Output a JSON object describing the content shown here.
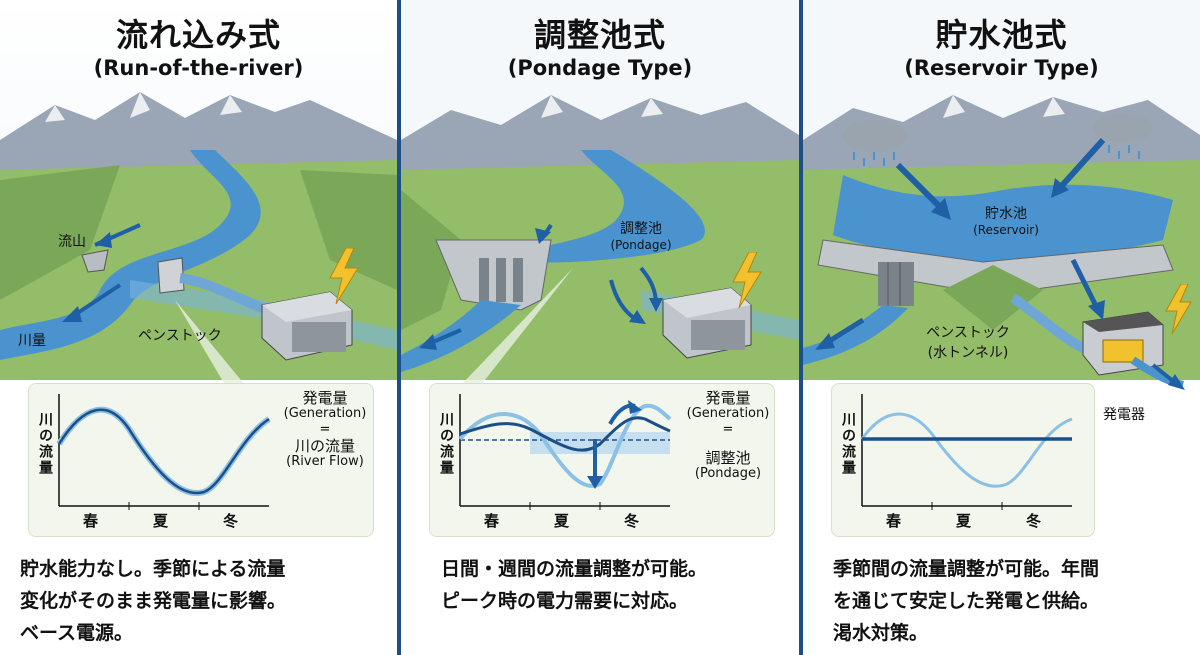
{
  "panels": [
    {
      "title_jp": "流れ込み式",
      "title_en": "(Run-of-the-river)",
      "labels": {
        "intake": "流山",
        "river": "川量",
        "penstock": "ペンストック"
      },
      "graph": {
        "ylabel": "川の流量",
        "seasons": [
          "春",
          "夏",
          "冬"
        ],
        "annotation": {
          "line1": "発電量",
          "line2": "(Generation)",
          "eq": "=",
          "line3": "川の流量",
          "line4": "(River Flow)"
        }
      },
      "description": [
        "貯水能力なし。季節による流量",
        "変化がそのまま発電量に影響。",
        "ベース電源。"
      ]
    },
    {
      "title_jp": "調整池式",
      "title_en": "(Pondage Type)",
      "labels": {
        "pond": "調整池",
        "pond_en": "(Pondage)"
      },
      "graph": {
        "ylabel": "川の流量",
        "seasons": [
          "春",
          "夏",
          "冬"
        ],
        "annotation_top": {
          "line1": "発電量",
          "line2": "(Generation)",
          "eq": "="
        },
        "annotation_bottom": {
          "line1": "調整池",
          "line2": "(Pondage)"
        }
      },
      "description": [
        "日間・週間の流量調整が可能。",
        "ピーク時の電力需要に対応。"
      ]
    },
    {
      "title_jp": "貯水池式",
      "title_en": "(Reservoir Type)",
      "labels": {
        "reservoir": "貯水池",
        "reservoir_en": "(Reservoir)",
        "penstock": "ペンストック",
        "tunnel": "(水トンネル)",
        "generator": "発電器"
      },
      "graph": {
        "ylabel": "川の流量",
        "seasons": [
          "春",
          "夏",
          "冬"
        ]
      },
      "description": [
        "季節間の流量調整が可能。年間",
        "を通じて安定した発電と供給。",
        "渇水対策。"
      ]
    }
  ],
  "colors": {
    "accent": "#1e4e86",
    "water": "#4a93cf",
    "grass": "#93bd68",
    "bolt": "#f2c12e"
  }
}
